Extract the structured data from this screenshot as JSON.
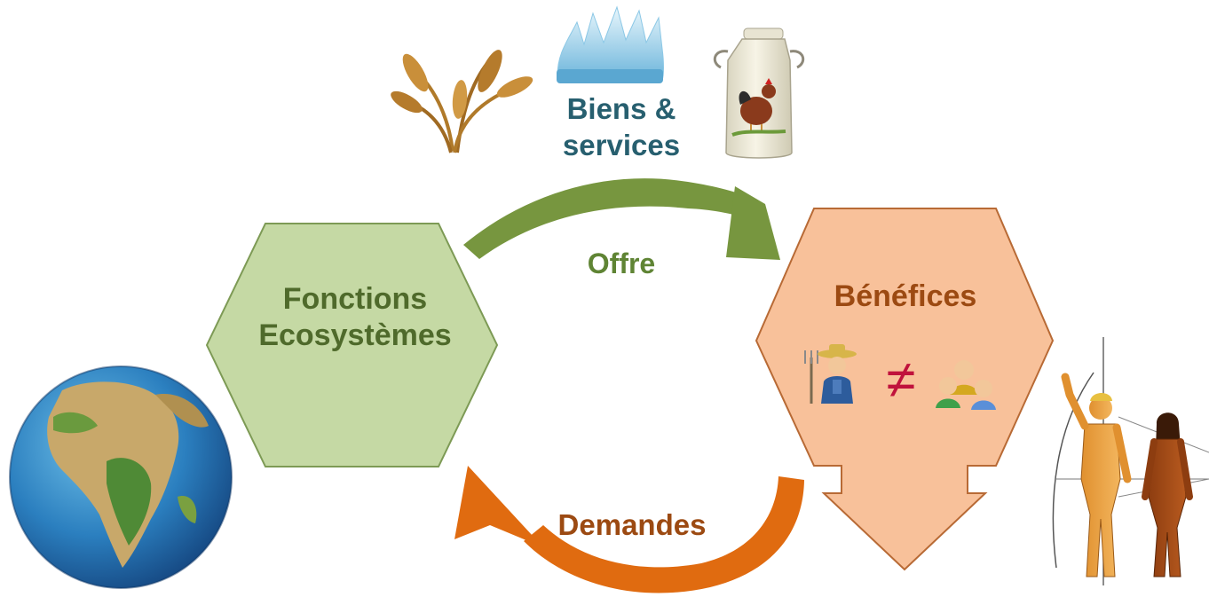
{
  "diagram": {
    "nodes": {
      "fonctions": {
        "label_line1": "Fonctions",
        "label_line2": "Ecosystèmes",
        "fill": "#c5d9a4",
        "stroke": "#7d9a55",
        "text_color": "#4f6a2b"
      },
      "benefices": {
        "label": "Bénéfices",
        "fill": "#f8c19a",
        "stroke": "#b86a35",
        "text_color": "#9c4a12",
        "relation_symbol": "≠"
      }
    },
    "flows": {
      "offre": {
        "label": "Offre",
        "color": "#77963f",
        "text_color": "#5f8434"
      },
      "demandes": {
        "label": "Demandes",
        "color": "#e06b10",
        "text_color": "#9c4a12"
      },
      "biens_services": {
        "label_line1": "Biens &",
        "label_line2": "services",
        "text_color": "#275f6f"
      }
    },
    "pictures": [
      "wheat-icon",
      "water-splash-icon",
      "milk-can-icon",
      "earth-globe-icon",
      "farmer-icon",
      "group-of-people-icon",
      "human-figures-icon"
    ]
  }
}
